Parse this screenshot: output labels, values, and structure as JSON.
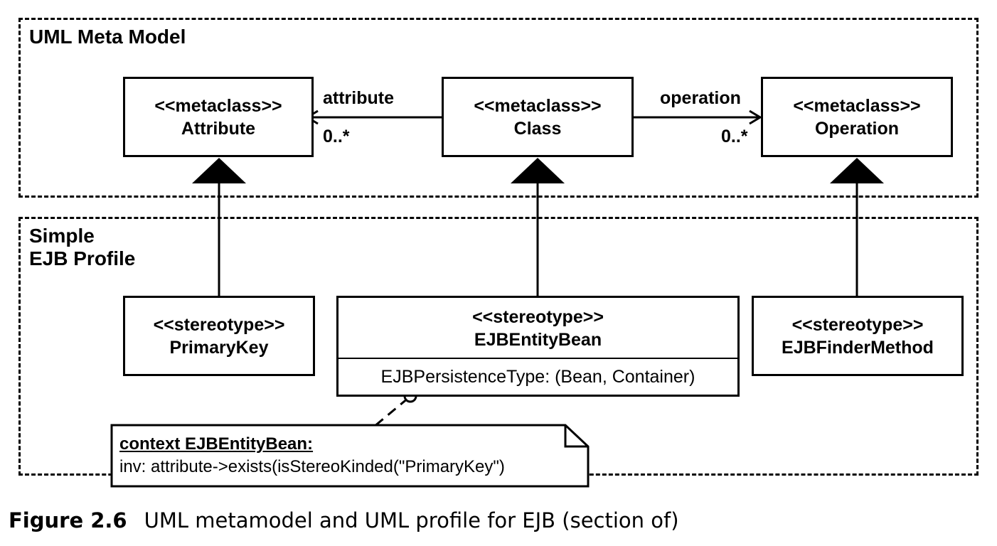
{
  "packages": {
    "meta": {
      "label": "UML Meta Model"
    },
    "profile": {
      "label": "Simple\nEJB Profile"
    }
  },
  "classes": {
    "attribute": {
      "stereotype": "<<metaclass>>",
      "name": "Attribute"
    },
    "class": {
      "stereotype": "<<metaclass>>",
      "name": "Class"
    },
    "operation": {
      "stereotype": "<<metaclass>>",
      "name": "Operation"
    },
    "primary_key": {
      "stereotype": "<<stereotype>>",
      "name": "PrimaryKey"
    },
    "entity_bean": {
      "stereotype": "<<stereotype>>",
      "name": "EJBEntityBean",
      "tagged_value": "EJBPersistenceType: (Bean, Container)"
    },
    "finder_method": {
      "stereotype": "<<stereotype>>",
      "name": "EJBFinderMethod"
    }
  },
  "associations": {
    "attribute": {
      "role": "attribute",
      "multiplicity": "0..*"
    },
    "operation": {
      "role": "operation",
      "multiplicity": "0..*"
    }
  },
  "note": {
    "heading": "context EJBEntityBean:",
    "body": "inv: attribute->exists(isStereoKinded(\"PrimaryKey\")"
  },
  "caption": {
    "number": "Figure 2.6",
    "text": "UML metamodel and UML profile for EJB (section of)"
  }
}
